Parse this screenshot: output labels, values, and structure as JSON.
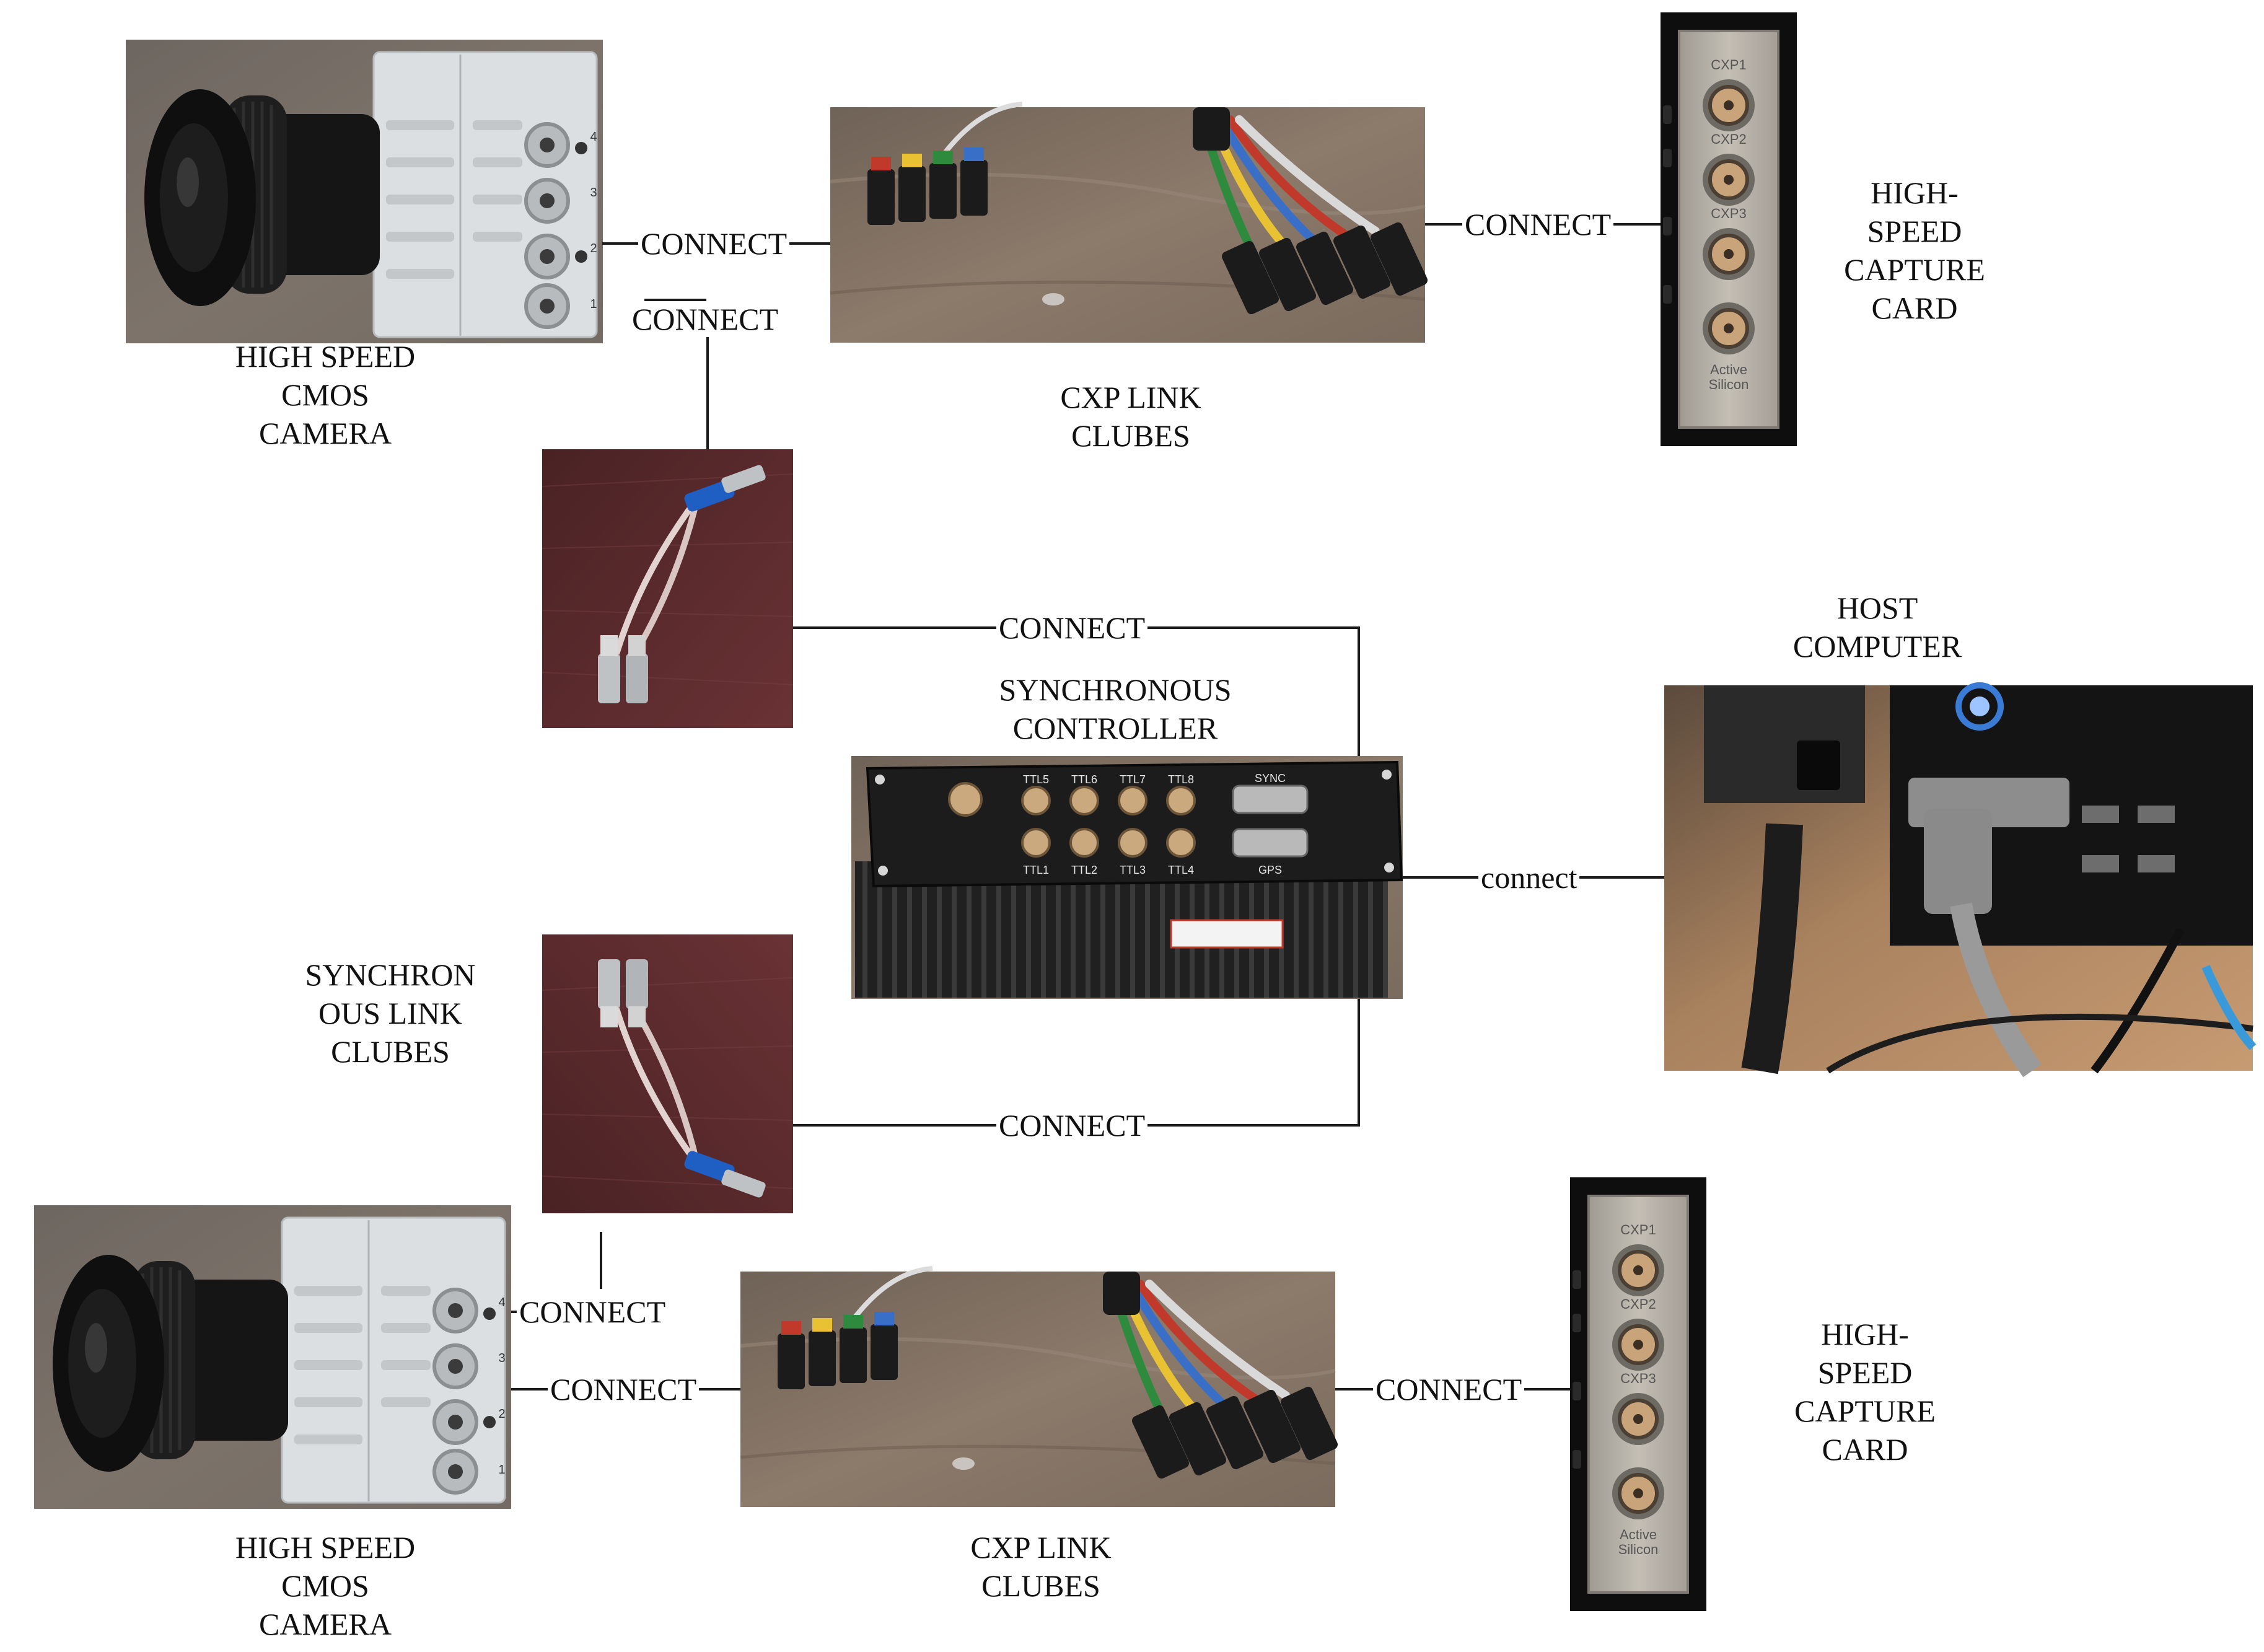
{
  "colors": {
    "wire": "#1a1a1a",
    "background": "#ffffff",
    "table_wood": "#8c7a6a",
    "maroon_cloth": "#5c2a2c",
    "camera_body": "#d9dcde",
    "lens": "#1a1a1a",
    "controller": "#1c1c1c",
    "card_plate": "#b7b2a8",
    "cable_red": "#c0392b",
    "cable_yellow": "#e8c232",
    "cable_green": "#2e8b3e",
    "cable_blue": "#3a6fc8",
    "led_blue": "#3a7bd5"
  },
  "labels": {
    "camera_top": [
      "HIGH SPEED",
      "CMOS",
      "CAMERA"
    ],
    "camera_bottom": [
      "HIGH SPEED",
      "CMOS",
      "CAMERA"
    ],
    "cxp_top": [
      "CXP LINK",
      "CLUBES"
    ],
    "cxp_bottom": [
      "CXP LINK",
      "CLUBES"
    ],
    "card_top": [
      "HIGH-",
      "SPEED",
      "CAPTURE",
      "CARD"
    ],
    "card_bottom": [
      "HIGH-",
      "SPEED",
      "CAPTURE",
      "CARD"
    ],
    "sync_controller": [
      "SYNCHRONOUS",
      "CONTROLLER"
    ],
    "host": [
      "HOST",
      "COMPUTER"
    ],
    "sync_link": [
      "SYNCHRON",
      "OUS LINK",
      "CLUBES"
    ]
  },
  "connections": {
    "cam_top_to_cxp": "CONNECT",
    "cxp_top_to_card": "CONNECT",
    "cam_top_to_sync_cable": "CONNECT",
    "sync_cable_top_to_controller": "CONNECT",
    "controller_to_host": "connect",
    "sync_cable_bottom_to_controller": "CONNECT",
    "sync_cable_to_cam_bottom": "CONNECT",
    "cam_bottom_to_cxp": "CONNECT",
    "cxp_bottom_to_card": "CONNECT"
  },
  "photo_text": {
    "cxp_ports": [
      "CXP1",
      "CXP2",
      "CXP3"
    ],
    "card_brand": [
      "Active",
      "Silicon"
    ],
    "controller_top_ports": [
      "SYNC",
      "TTL5",
      "TTL6",
      "TTL7",
      "TTL8"
    ],
    "controller_bottom_ports": [
      "GPS",
      "TTL1",
      "TTL2",
      "TTL3",
      "TTL4"
    ],
    "camera_port_numbers": [
      "4",
      "3",
      "2",
      "1"
    ]
  }
}
